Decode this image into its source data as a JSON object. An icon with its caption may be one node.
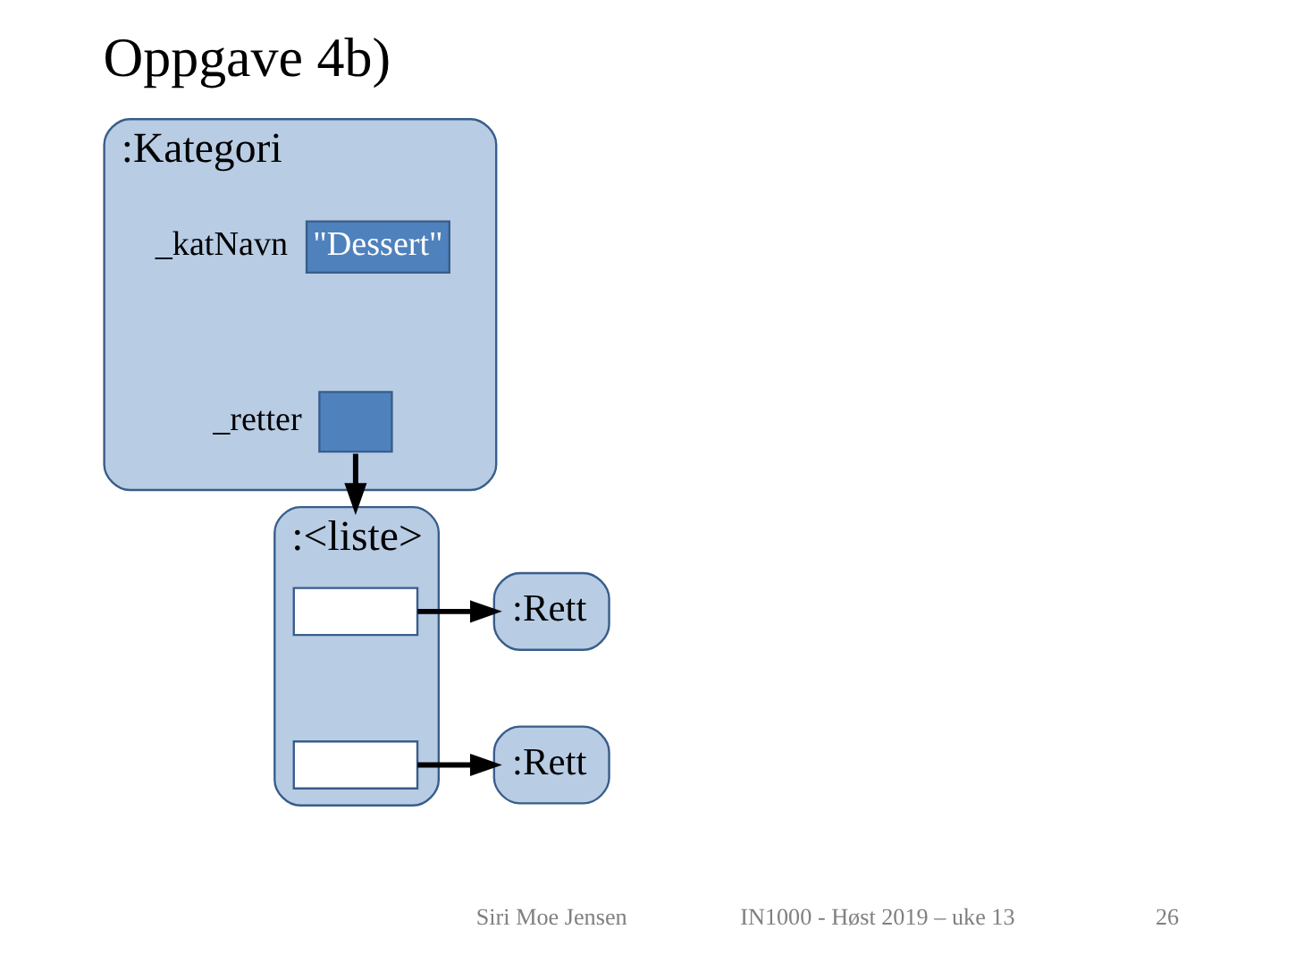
{
  "diagram": {
    "title": "Oppgave 4b)",
    "nodes": [
      {
        "text": [
          ":Kategori"
        ]
      },
      {
        "text": [
          "\"Dessert\""
        ],
        "in": 0,
        "beside": [
          "_katNavn"
        ]
      },
      {
        "text": [],
        "shape": "box",
        "in": 0,
        "beside": [
          "_retter"
        ]
      },
      {
        "text": [
          ":<liste>"
        ]
      },
      {
        "text": [],
        "shape": "box",
        "in": 3
      },
      {
        "text": [],
        "shape": "box",
        "in": 3
      },
      {
        "text": [
          ":Rett"
        ]
      },
      {
        "text": [
          ":Rett"
        ]
      }
    ],
    "edges": [
      {
        "from": 2,
        "to": 3,
        "arrow": "to"
      },
      {
        "from": 4,
        "to": 6,
        "arrow": "to"
      },
      {
        "from": 5,
        "to": 7,
        "arrow": "to"
      }
    ],
    "labels": [
      "Siri Moe Jensen",
      "IN1000 - Høst 2019 – uke 13",
      "26"
    ]
  }
}
